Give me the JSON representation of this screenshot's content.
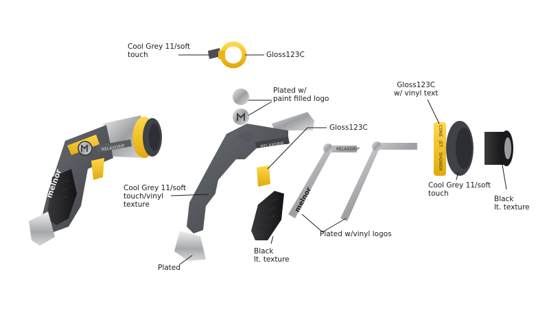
{
  "brand": "melnor",
  "trigger_text": "RELAXGRIP",
  "dial_words": [
    "CONE",
    "JET",
    "SHOWER"
  ],
  "labels": {
    "lock_grey": "Cool Grey 11/soft\ntouch",
    "lock_yellow": "Gloss123C",
    "badge": "Plated w/\npaint filled logo",
    "trigger": "Gloss123C",
    "body": "Cool Grey 11/soft\ntouch/vinyl\ntexture",
    "plated": "Plated",
    "grip": "Black\nlt. texture",
    "vinyl_logos": "Plated w/vinyl logos",
    "dial_text": "Gloss123C\nw/ vinyl text",
    "head_grey": "Cool Grey 11/soft\ntouch",
    "nozzle": "Black\nlt. texture"
  },
  "colors": {
    "cool_grey": "#4a4d52",
    "gloss_yellow": "#f5c21b",
    "plated": "#c4c6c8",
    "black": "#1e1e20"
  }
}
